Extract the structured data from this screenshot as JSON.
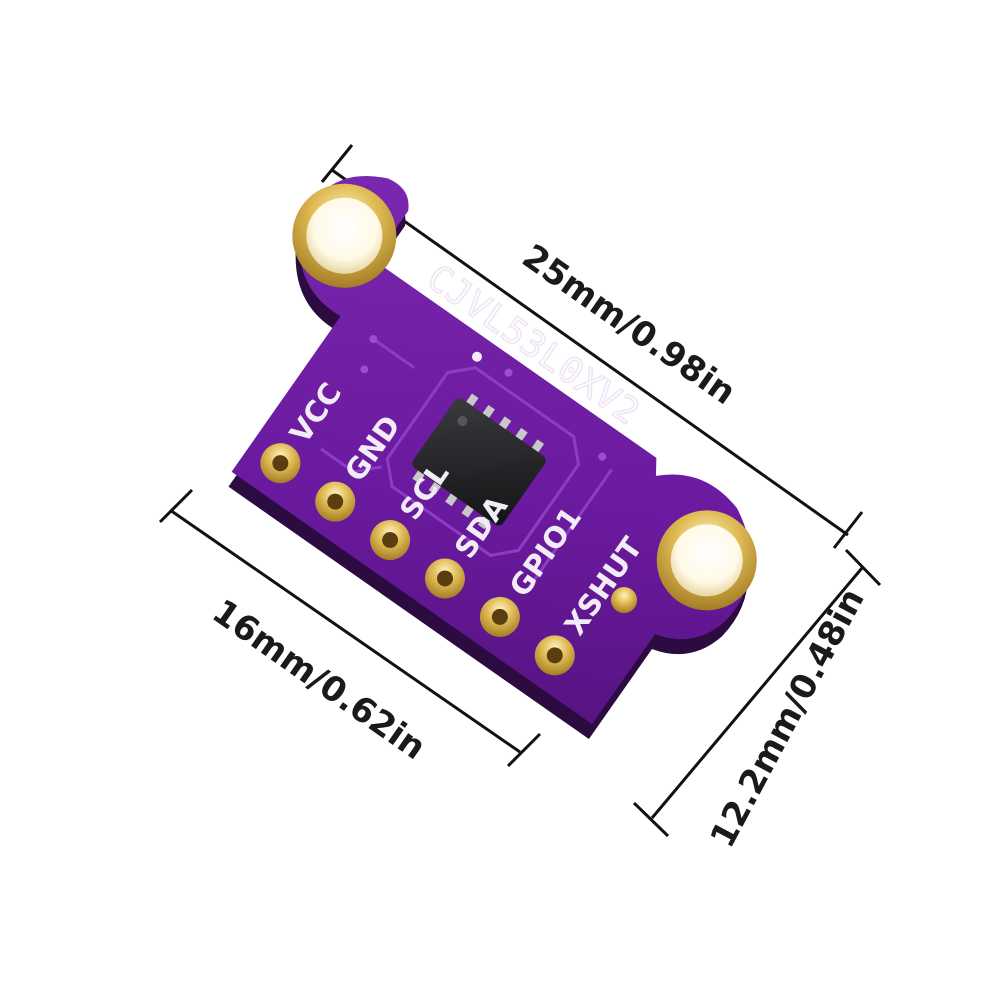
{
  "product": {
    "board_label": "CJVL53L0XV2",
    "pins": [
      {
        "label": "VCC"
      },
      {
        "label": "GND"
      },
      {
        "label": "SCL"
      },
      {
        "label": "SDA"
      },
      {
        "label": "GPIO1"
      },
      {
        "label": "XSHUT"
      }
    ],
    "board_color": "#6a1a9e",
    "gold_color": "#d9b24a"
  },
  "dimensions": {
    "length": "25mm/0.98in",
    "pin_row": "16mm/0.62in",
    "width": "12.2mm/0.48in"
  }
}
